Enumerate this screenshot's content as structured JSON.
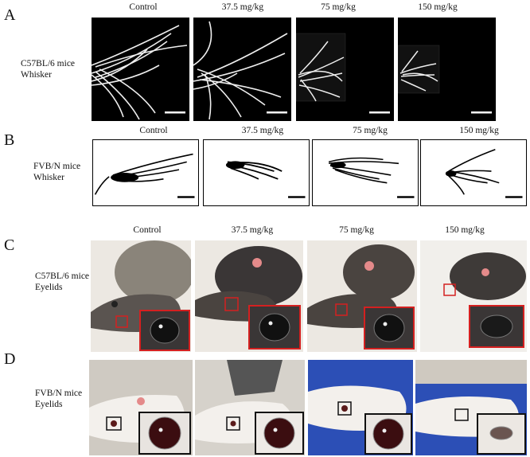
{
  "panels": {
    "A": {
      "letter": "A",
      "row_label_line1": "C57BL/6 mice",
      "row_label_line2": "Whisker",
      "columns": [
        "Control",
        "37.5 mg/kg",
        "75 mg/kg",
        "150 mg/kg"
      ]
    },
    "B": {
      "letter": "B",
      "row_label_line1": "FVB/N mice",
      "row_label_line2": "Whisker",
      "columns": [
        "Control",
        "37.5 mg/kg",
        "75 mg/kg",
        "150 mg/kg"
      ]
    },
    "C": {
      "letter": "C",
      "row_label_line1": "C57BL/6 mice",
      "row_label_line2": "Eyelids",
      "columns": [
        "Control",
        "37.5 mg/kg",
        "75 mg/kg",
        "150 mg/kg"
      ]
    },
    "D": {
      "letter": "D",
      "row_label_line1": "FVB/N mice",
      "row_label_line2": "Eyelids"
    }
  },
  "colors": {
    "inset_border_C": "#d42020",
    "inset_border_D": "#111111",
    "glove_blue": "#2c4fb6"
  }
}
